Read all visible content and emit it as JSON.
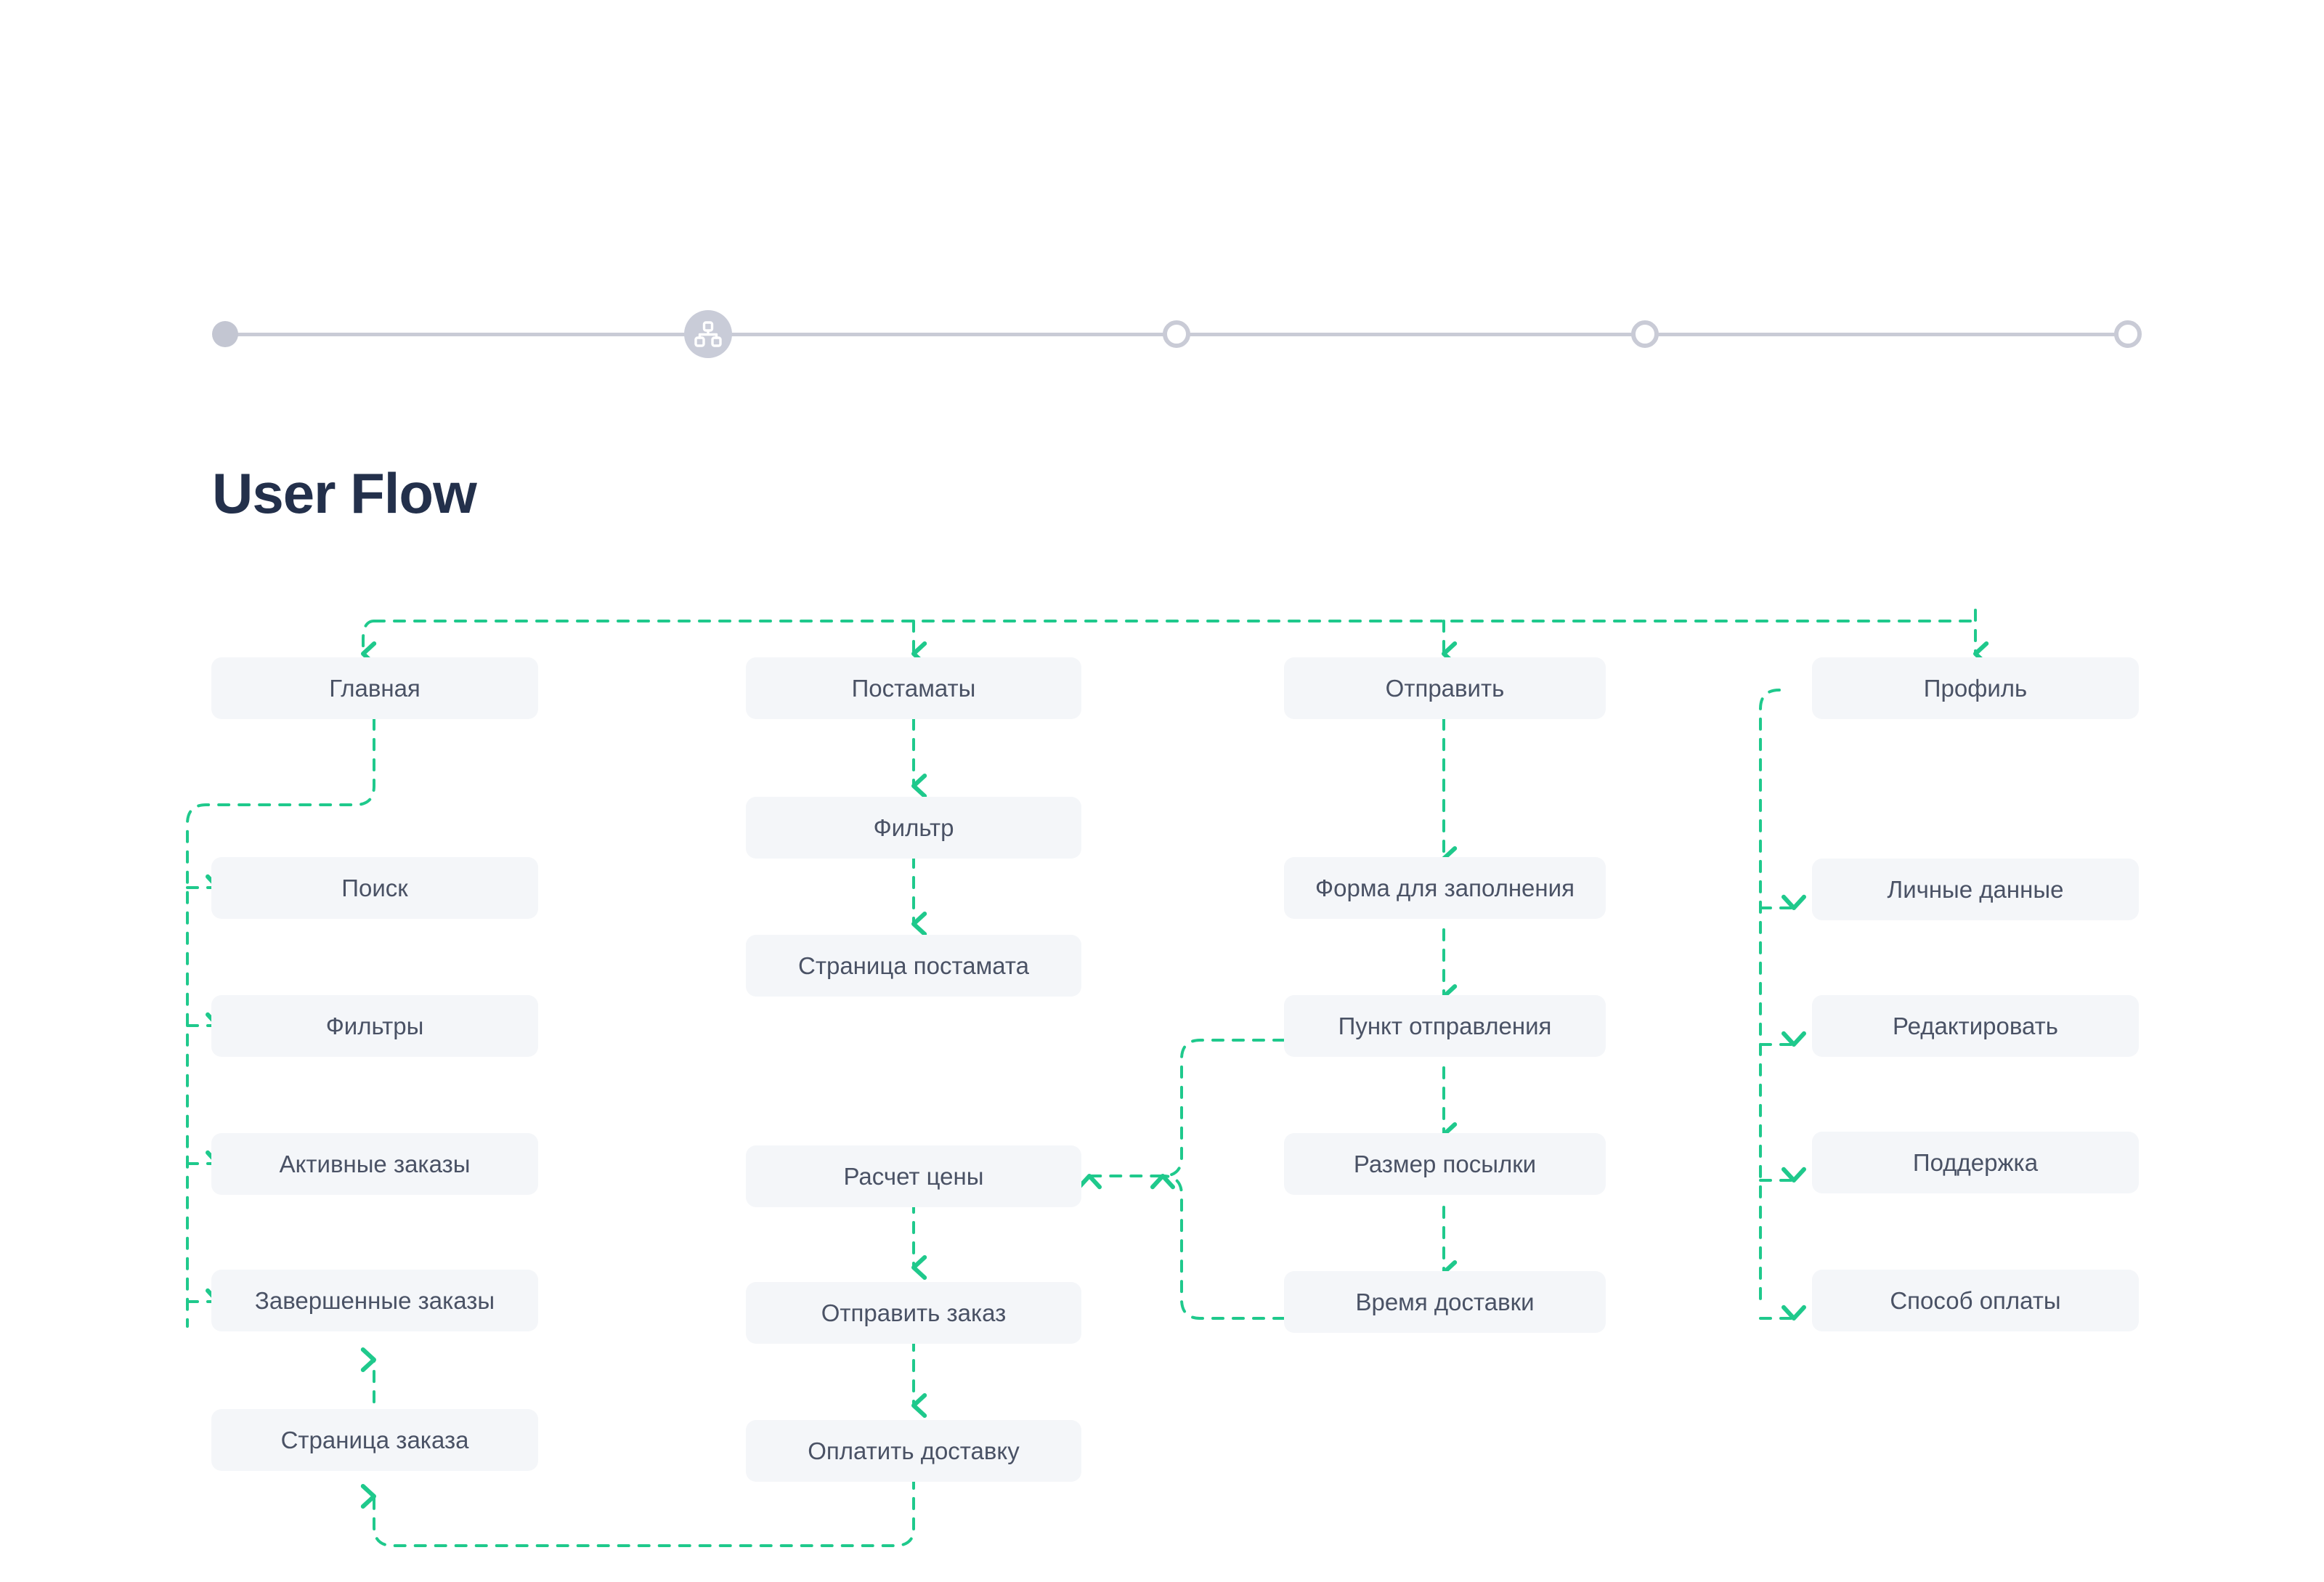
{
  "header": {
    "stepper": {
      "steps": [
        {
          "name": "step-1",
          "state": "filled",
          "icon": null
        },
        {
          "name": "step-2",
          "state": "current",
          "icon": "sitemap-icon"
        },
        {
          "name": "step-3",
          "state": "empty",
          "icon": null
        },
        {
          "name": "step-4",
          "state": "empty",
          "icon": null
        },
        {
          "name": "step-5",
          "state": "empty",
          "icon": null
        }
      ]
    }
  },
  "page": {
    "title": "User Flow"
  },
  "colors": {
    "accent_line": "#1fc98c",
    "node_background": "#f4f6f9",
    "node_text": "#4a5265",
    "title_text": "#23304b",
    "stepper_track": "#c9cbd6",
    "stepper_dot": "#c3c6d2"
  },
  "flow": {
    "columns": [
      {
        "name": "column-home",
        "nodes": [
          {
            "id": "n-glavnaya",
            "label": "Главная"
          },
          {
            "id": "n-poisk",
            "label": "Поиск"
          },
          {
            "id": "n-filtry",
            "label": "Фильтры"
          },
          {
            "id": "n-aktivnye-zakazy",
            "label": "Активные заказы"
          },
          {
            "id": "n-zavershennye-zakazy",
            "label": "Завершенные заказы"
          },
          {
            "id": "n-stranica-zakaza",
            "label": "Страница заказа"
          }
        ]
      },
      {
        "name": "column-postamaty",
        "nodes": [
          {
            "id": "n-postamaty",
            "label": "Постаматы"
          },
          {
            "id": "n-filtr",
            "label": "Фильтр"
          },
          {
            "id": "n-stranica-postamata",
            "label": "Страница постамата"
          },
          {
            "id": "n-raschet-ceny",
            "label": "Расчет цены"
          },
          {
            "id": "n-otpravit-zakaz",
            "label": "Отправить заказ"
          },
          {
            "id": "n-oplatit-dostavku",
            "label": "Оплатить доставку"
          }
        ]
      },
      {
        "name": "column-send",
        "nodes": [
          {
            "id": "n-otpravit",
            "label": "Отправить"
          },
          {
            "id": "n-forma",
            "label": "Форма для заполнения"
          },
          {
            "id": "n-punkt-otpravleniya",
            "label": "Пункт отправления"
          },
          {
            "id": "n-razmer-posylki",
            "label": "Размер посылки"
          },
          {
            "id": "n-vremya-dostavki",
            "label": "Время доставки"
          }
        ]
      },
      {
        "name": "column-profile",
        "nodes": [
          {
            "id": "n-profil",
            "label": "Профиль"
          },
          {
            "id": "n-lichnye-dannye",
            "label": "Личные данные"
          },
          {
            "id": "n-redaktirovat",
            "label": "Редактировать"
          },
          {
            "id": "n-podderzhka",
            "label": "Поддержка"
          },
          {
            "id": "n-sposob-oplaty",
            "label": "Способ оплаты"
          }
        ]
      }
    ]
  }
}
